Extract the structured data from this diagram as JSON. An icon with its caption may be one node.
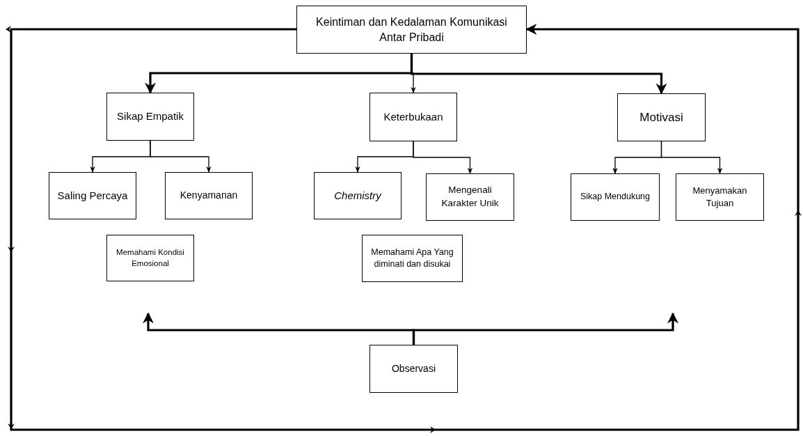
{
  "diagram": {
    "nodes": [
      {
        "text": [
          "Keintiman dan Kedalaman Komunikasi Antar Pribadi"
        ]
      },
      {
        "text": [
          "Sikap Empatik"
        ]
      },
      {
        "text": [
          "Keterbukaan"
        ]
      },
      {
        "text": [
          "Motivasi"
        ]
      },
      {
        "text": [
          "Saling Percaya"
        ]
      },
      {
        "text": [
          "Kenyamanan"
        ]
      },
      {
        "text": [
          "Chemistry"
        ]
      },
      {
        "text": [
          "Mengenali Karakter Unik"
        ]
      },
      {
        "text": [
          "Sikap Mendukung"
        ]
      },
      {
        "text": [
          "Menyamakan Tujuan"
        ]
      },
      {
        "text": [
          "Memahami Kondisi Emosional"
        ]
      },
      {
        "text": [
          "Memahami Apa Yang diminati dan disukai"
        ]
      },
      {
        "text": [
          "Observasi"
        ]
      }
    ],
    "edges": [
      {
        "from": 0,
        "to": 1,
        "arrow": "to",
        "style": "thick"
      },
      {
        "from": 0,
        "to": 2,
        "arrow": "to"
      },
      {
        "from": 0,
        "to": 3,
        "arrow": "to",
        "style": "thick"
      },
      {
        "from": 1,
        "to": 4,
        "arrow": "to"
      },
      {
        "from": 1,
        "to": 5,
        "arrow": "to"
      },
      {
        "from": 2,
        "to": 6,
        "arrow": "to"
      },
      {
        "from": 2,
        "to": 7,
        "arrow": "to"
      },
      {
        "from": 3,
        "to": 8,
        "arrow": "to"
      },
      {
        "from": 3,
        "to": 9,
        "arrow": "to"
      },
      {
        "from": 12,
        "to": null,
        "arrow": "to",
        "style": "thick"
      },
      {
        "from": 12,
        "to": null,
        "arrow": "to",
        "style": "thick"
      },
      {
        "from": 0,
        "to": 0,
        "arrow": "to",
        "style": "thick"
      }
    ]
  }
}
